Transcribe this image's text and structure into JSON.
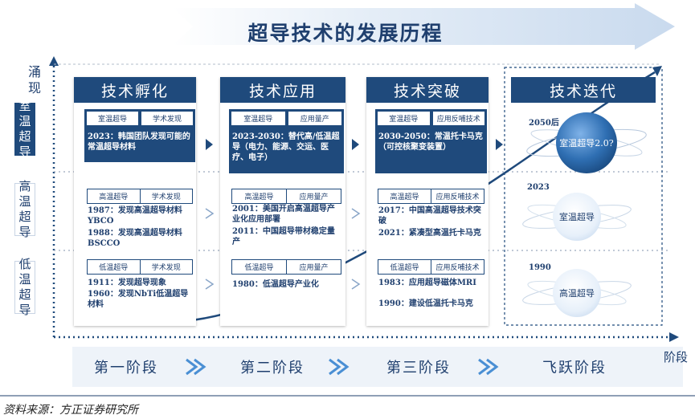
{
  "title": "超导技术的发展历程",
  "y_axis": {
    "label": "涌现",
    "rows": [
      "室温超导",
      "高温超导",
      "低温超导"
    ]
  },
  "x_axis": {
    "label": "阶段"
  },
  "phases": [
    {
      "title": "技术孵化",
      "cards": [
        {
          "tags": [
            "室温超导",
            "学术发现"
          ],
          "events": [
            "2023：韩国团队发现可能的常温超导材料"
          ]
        },
        {
          "tags": [
            "高温超导",
            "学术发现"
          ],
          "events": [
            "1987：发现高温超导材料YBCO",
            "1988：发现高温超导材料BSCCO"
          ]
        },
        {
          "tags": [
            "低温超导",
            "学术发现"
          ],
          "events": [
            "1911：发现超导现象",
            "1960：发现NbTi低温超导材料"
          ]
        }
      ]
    },
    {
      "title": "技术应用",
      "cards": [
        {
          "tags": [
            "室温超导",
            "应用量产"
          ],
          "events": [
            "2023-2030：替代高/低温超导（电力、能源、交运、医疗、电子）"
          ]
        },
        {
          "tags": [
            "高温超导",
            "应用量产"
          ],
          "events": [
            "2001：美国开启高温超导产业化应用部署",
            "2011：中国超导带材稳定量产"
          ]
        },
        {
          "tags": [
            "低温超导",
            "应用量产"
          ],
          "events": [
            "1980：低温超导产业化"
          ]
        }
      ]
    },
    {
      "title": "技术突破",
      "cards": [
        {
          "tags": [
            "室温超导",
            "应用反哺技术"
          ],
          "events": [
            "2030-2050：常温托卡马克（可控核聚变装置）"
          ]
        },
        {
          "tags": [
            "高温超导",
            "应用反哺技术"
          ],
          "events": [
            "2017：中国高温超导技术突破",
            "2021：紧凑型高温托卡马克"
          ]
        },
        {
          "tags": [
            "低温超导",
            "应用反哺技术"
          ],
          "events": [
            "1983：应用超导磁体MRI",
            "1990：建设低温托卡马克"
          ]
        }
      ]
    },
    {
      "title": "技术迭代",
      "items": [
        {
          "year": "2050后",
          "label": "室温超导2.0?"
        },
        {
          "year": "2023",
          "label": "室温超导"
        },
        {
          "year": "1990",
          "label": "高温超导"
        }
      ]
    }
  ],
  "stages": [
    "第一阶段",
    "第二阶段",
    "第三阶段",
    "飞跃阶段"
  ],
  "source": "资料来源：方正证券研究所",
  "colors": {
    "primary": "#1f4a7c",
    "light_blue": "#dce8f5",
    "accent": "#8aa6c8"
  }
}
